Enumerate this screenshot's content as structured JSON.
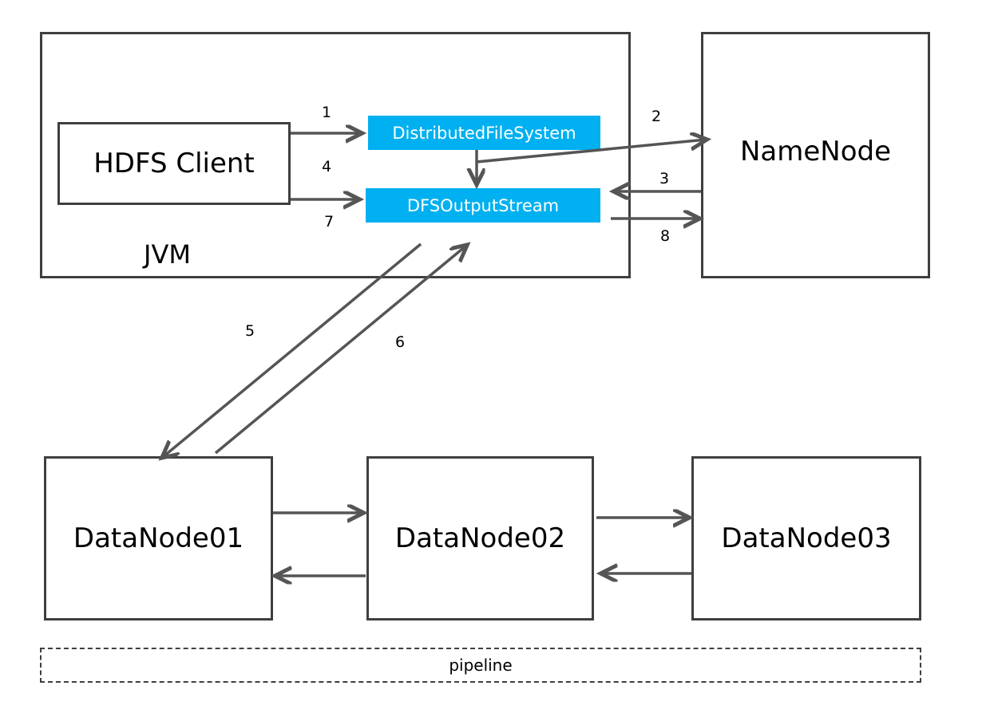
{
  "jvm": {
    "label": "JVM"
  },
  "client": {
    "label": "HDFS Client"
  },
  "dfs": {
    "label": "DistributedFileSystem"
  },
  "out_stream": {
    "label": "DFSOutputStream"
  },
  "namenode": {
    "label": "NameNode"
  },
  "datanodes": [
    {
      "label": "DataNode01"
    },
    {
      "label": "DataNode02"
    },
    {
      "label": "DataNode03"
    }
  ],
  "pipeline": {
    "label": "pipeline"
  },
  "steps": [
    "1",
    "2",
    "3",
    "4",
    "5",
    "6",
    "7",
    "8"
  ],
  "colors": {
    "accent": "#00b0f0",
    "line": "#555555",
    "border": "#3f3f3f"
  }
}
